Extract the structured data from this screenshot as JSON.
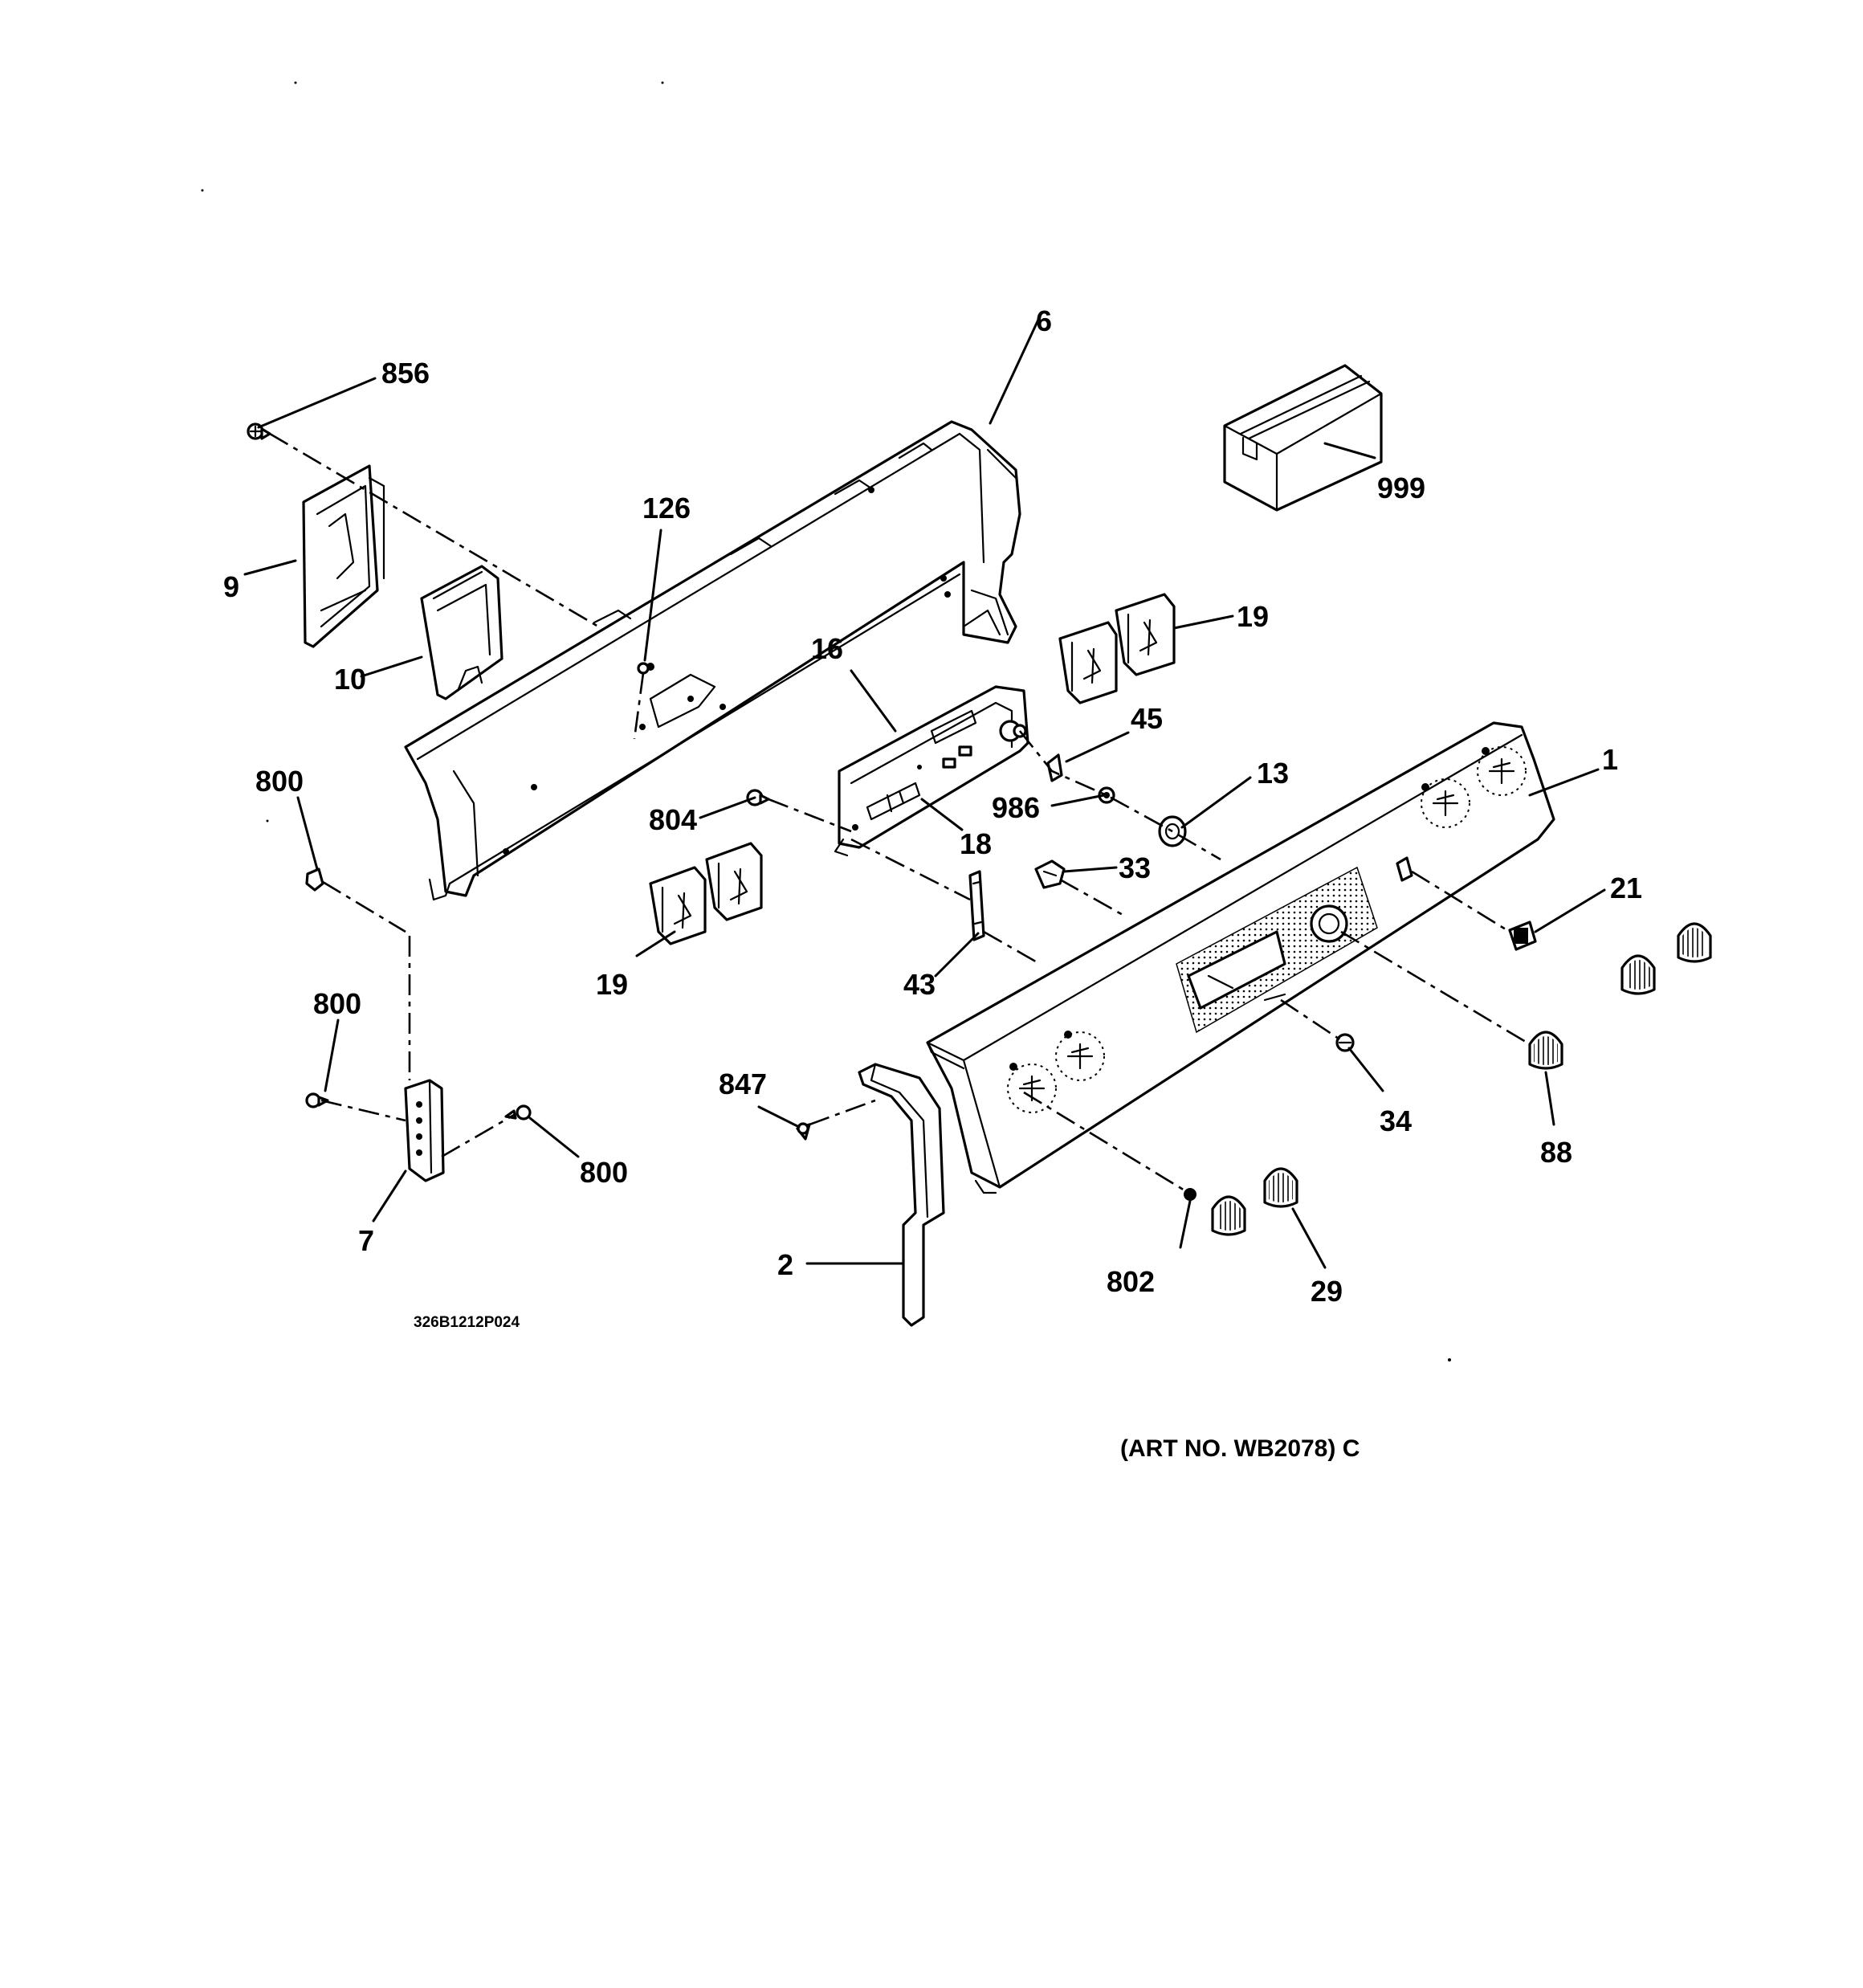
{
  "callouts": {
    "c6": "6",
    "c856": "856",
    "c999": "999",
    "c126": "126",
    "c9": "9",
    "c10": "10",
    "c19a": "19",
    "c16": "16",
    "c45": "45",
    "c800a": "800",
    "c13": "13",
    "c1": "1",
    "c804": "804",
    "c986": "986",
    "c18": "18",
    "c33": "33",
    "c21": "21",
    "c19b": "19",
    "c43": "43",
    "c800b": "800",
    "c847": "847",
    "c34": "34",
    "c88": "88",
    "c800c": "800",
    "c7": "7",
    "c2": "2",
    "c802": "802",
    "c29": "29"
  },
  "drawing_number": "326B1212P024",
  "art_number": "(ART NO. WB2078) C",
  "colors": {
    "ink": "#000000",
    "paper": "#ffffff"
  }
}
